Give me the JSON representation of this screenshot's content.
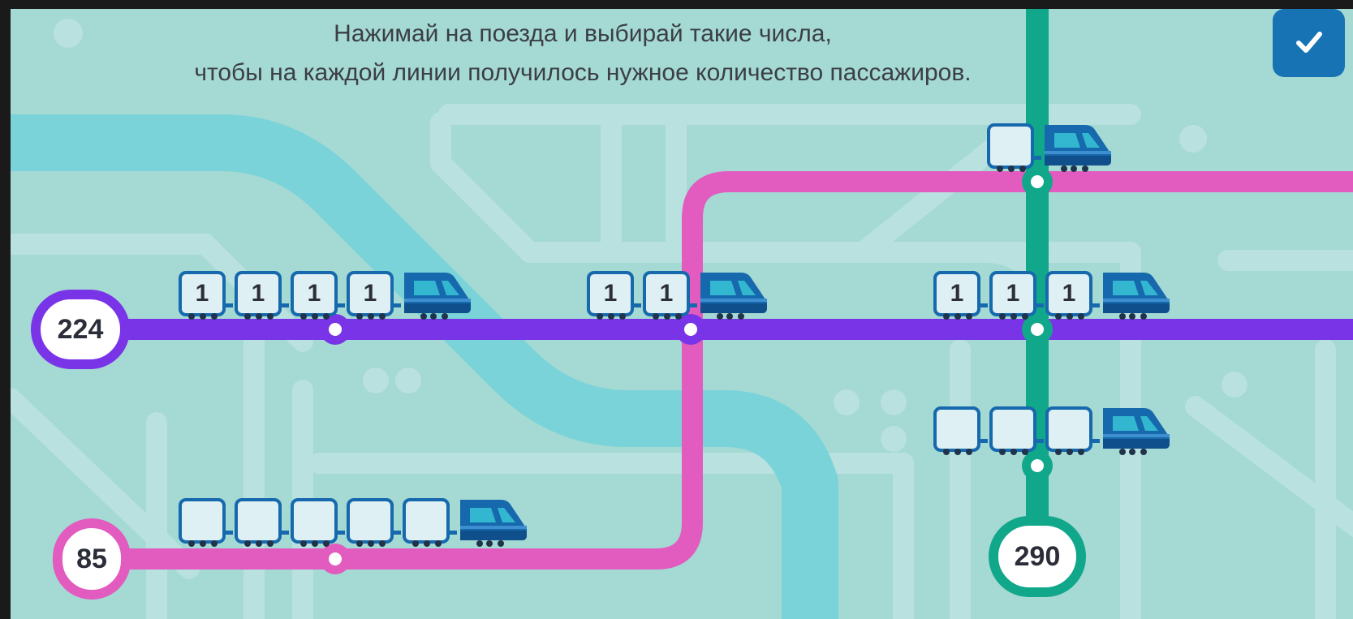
{
  "instructions": {
    "line1": "Нажимай на поезда и выбирай такие числа,",
    "line2": "чтобы на каждой линии получилось нужное количество пассажиров."
  },
  "check_button": {
    "icon": "check-icon"
  },
  "colors": {
    "background": "#a5d9d3",
    "river": "#79d4d9",
    "purple_line": "#7a34e8",
    "pink_line": "#e25bbf",
    "green_line": "#11a78a",
    "wagon_border": "#1769ad",
    "check_button": "#1873b4"
  },
  "lines": {
    "purple": {
      "target": "224"
    },
    "pink": {
      "target": "85"
    },
    "green": {
      "target": "290"
    }
  },
  "trains": {
    "purple_1": {
      "wagons": [
        "1",
        "1",
        "1",
        "1"
      ]
    },
    "purple_2": {
      "wagons": [
        "1",
        "1"
      ]
    },
    "purple_3": {
      "wagons": [
        "1",
        "1",
        "1"
      ]
    },
    "pink_top": {
      "wagons": [
        ""
      ]
    },
    "green_lower": {
      "wagons": [
        "",
        "",
        ""
      ]
    },
    "pink_bottom": {
      "wagons": [
        "",
        "",
        "",
        "",
        ""
      ]
    }
  }
}
